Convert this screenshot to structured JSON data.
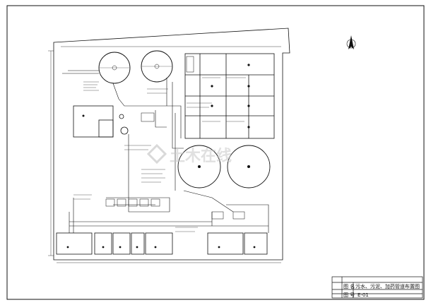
{
  "title_block": {
    "row_labels": [
      "图 名",
      "图 号"
    ],
    "drawing_title": "污水、污泥、加药管道布置图",
    "drawing_number": "E-01"
  },
  "watermark": "土木在线",
  "north_arrow": {
    "icon": "north-arrow-icon"
  },
  "colors": {
    "line": "#111111",
    "paper": "#ffffff",
    "watermark": "#c8c8c8"
  }
}
